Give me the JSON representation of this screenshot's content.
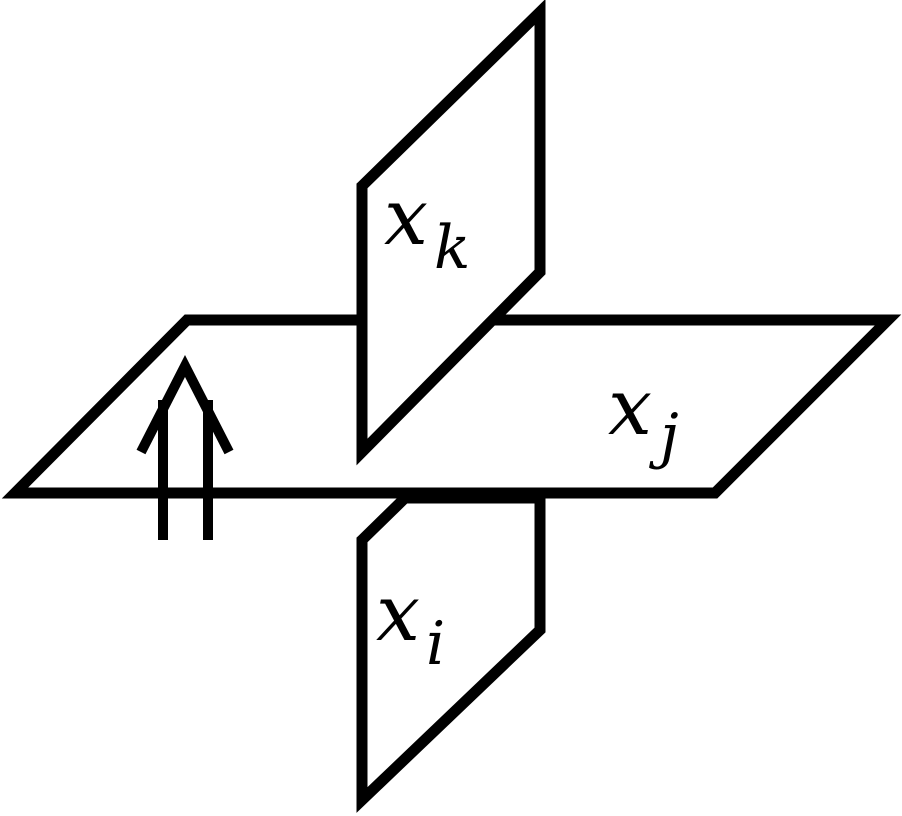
{
  "diagram": {
    "labels": {
      "k": {
        "letter": "x",
        "subscript": "k"
      },
      "j": {
        "letter": "x",
        "subscript": "j"
      },
      "i": {
        "letter": "x",
        "subscript": "i"
      }
    },
    "colors": {
      "stroke": "#000000",
      "fill": "#ffffff"
    },
    "arrow": {
      "style": "double-line",
      "direction": "up"
    }
  }
}
